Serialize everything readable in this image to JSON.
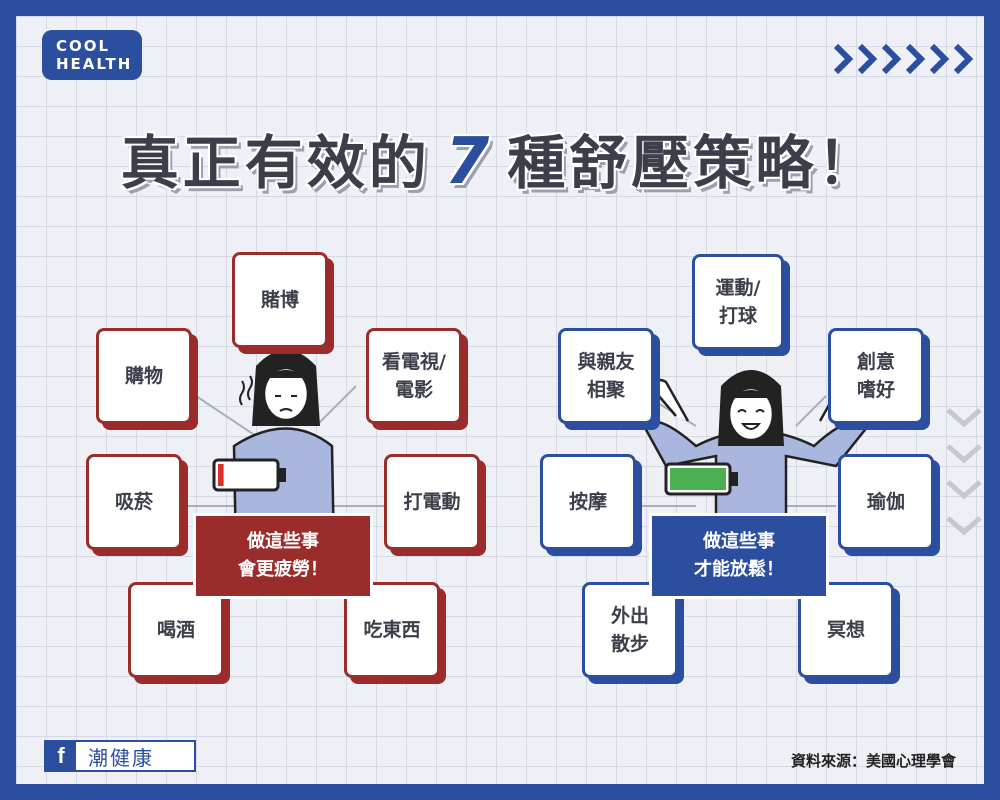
{
  "logo": {
    "line1": "COOL",
    "line2": "HEALTH"
  },
  "title": {
    "prefix": "真正有效的",
    "number": "7",
    "suffix": "種舒壓策略！"
  },
  "left": {
    "items": [
      "賭博",
      "購物",
      "看電視/\n電影",
      "吸菸",
      "打電動",
      "喝酒",
      "吃東西"
    ],
    "center": "做這些事\n會更疲勞！",
    "battery_level": 0.1
  },
  "right": {
    "items": [
      "運動/\n打球",
      "與親友\n相聚",
      "創意\n嗜好",
      "按摩",
      "瑜伽",
      "外出\n散步",
      "冥想"
    ],
    "center": "做這些事\n才能放鬆！",
    "battery_level": 1.0
  },
  "footer": {
    "fb_icon": "f",
    "fb_label": "潮健康",
    "source": "資料來源：美國心理學會"
  },
  "colors": {
    "accent_blue": "#2b4f9e",
    "accent_red": "#9b2c2c",
    "battery_low": "#d9302b",
    "battery_full": "#4caf50"
  }
}
